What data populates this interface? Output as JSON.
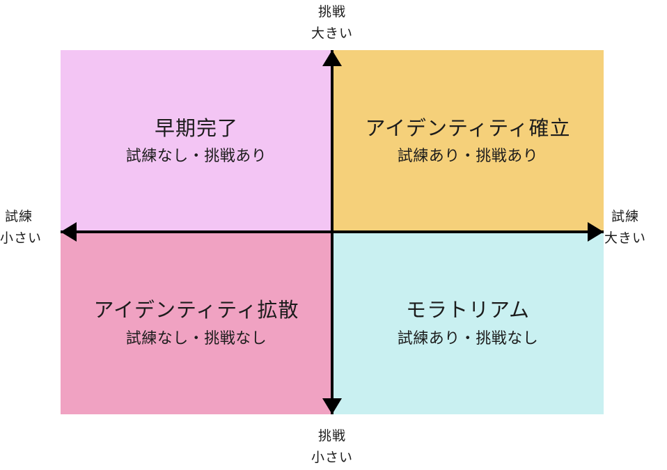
{
  "colors": {
    "background": "#ffffff",
    "axis": "#000000",
    "quadrant_top_left": "#f3c5f4",
    "quadrant_top_right": "#f5d07a",
    "quadrant_bottom_left": "#f0a2c2",
    "quadrant_bottom_right": "#c9f0f1"
  },
  "axis_labels": {
    "top": {
      "line1": "挑戦",
      "line2": "大きい"
    },
    "bottom": {
      "line1": "挑戦",
      "line2": "小さい"
    },
    "left": {
      "line1": "試練",
      "line2": "小さい"
    },
    "right": {
      "line1": "試練",
      "line2": "大きい"
    }
  },
  "quadrants": {
    "top_left": {
      "title": "早期完了",
      "subtitle": "試練なし・挑戦あり"
    },
    "top_right": {
      "title": "アイデンティティ確立",
      "subtitle": "試練あり・挑戦あり"
    },
    "bottom_left": {
      "title": "アイデンティティ拡散",
      "subtitle": "試練なし・挑戦なし"
    },
    "bottom_right": {
      "title": "モラトリアム",
      "subtitle": "試練あり・挑戦なし"
    }
  }
}
